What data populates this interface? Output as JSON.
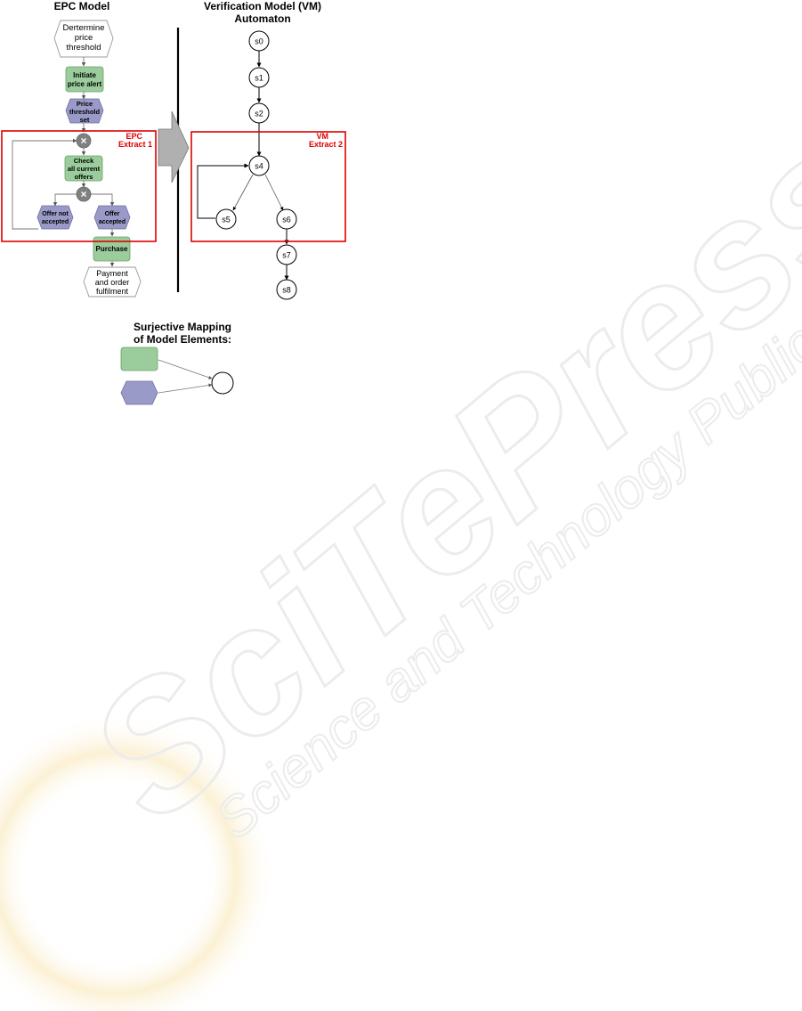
{
  "titles": {
    "epc": "EPC Model",
    "vm_line1": "Verification Model (VM)",
    "vm_line2": "Automaton"
  },
  "epc": {
    "events": {
      "determine": [
        "Dertermine",
        "price",
        "threshold"
      ],
      "payment": [
        "Payment",
        "and order",
        "fulfilment"
      ]
    },
    "functions": {
      "initiate": [
        "Initiate",
        "price alert"
      ],
      "check": [
        "Check",
        "all current",
        "offers"
      ],
      "purchase": [
        "Purchase"
      ]
    },
    "event_states": {
      "threshold": [
        "Price",
        "threshold",
        "set"
      ],
      "not_accepted": [
        "Offer not",
        "accepted"
      ],
      "accepted": [
        "Offer",
        "accepted"
      ]
    },
    "connector_symbol": "×",
    "extract_label": [
      "EPC",
      "Extract 1"
    ]
  },
  "vm": {
    "states": [
      "s0",
      "s1",
      "s2",
      "s4",
      "s5",
      "s6",
      "s7",
      "s8"
    ],
    "extract_label": [
      "VM",
      "Extract 2"
    ]
  },
  "mapping": {
    "title": [
      "Surjective Mapping",
      "of Model Elements:"
    ]
  },
  "watermark": {
    "brand": "SciTePress",
    "tagline": "Science and Technology Publications"
  },
  "colors": {
    "function_fill": "#9bcc9b",
    "event_fill": "#9a9ac8",
    "connector_fill": "#808080",
    "extract_border": "#dd0000",
    "extract_label": "#dd0000",
    "arrow_fill": "#b0b0b0",
    "watermark": "#f4f4f4",
    "watermark_sun": "#fbf2dc"
  }
}
